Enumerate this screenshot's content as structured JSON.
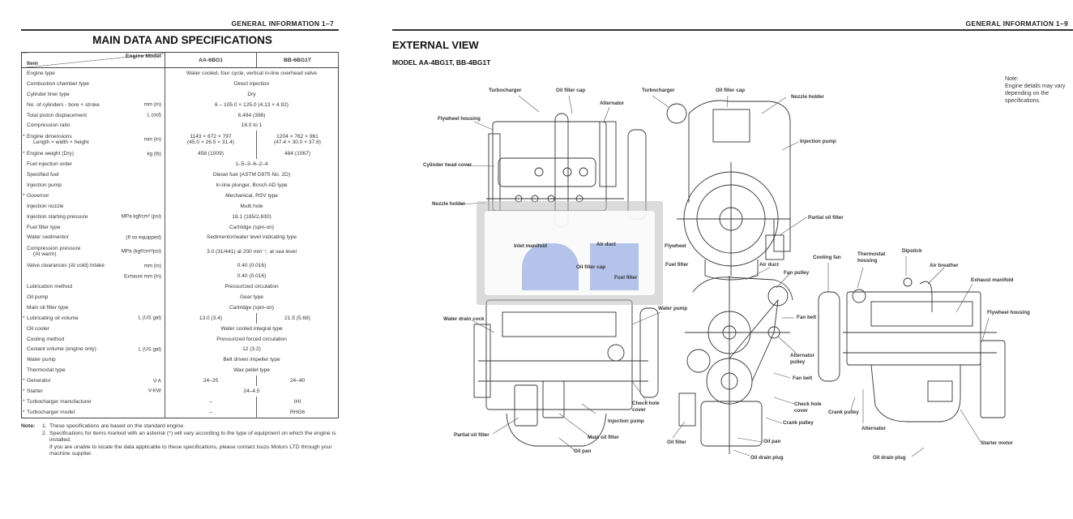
{
  "left_page": {
    "running_head": "GENERAL INFORMATION  1–7",
    "title": "MAIN DATA AND SPECIFICATIONS",
    "table": {
      "header": {
        "engine_model_label": "Engine Model",
        "item_label": "Item",
        "models": [
          "AA-6BG1",
          "BB-6BG1T"
        ]
      },
      "rows": [
        {
          "item": "Engine type",
          "unit": "",
          "star": false,
          "value": "Water cooled, four cycle, vertical in-line overhead valve"
        },
        {
          "item": "Combustion chamber type",
          "unit": "",
          "star": false,
          "value": "Direct injection"
        },
        {
          "item": "Cylinder liner type",
          "unit": "",
          "star": false,
          "value": "Dry"
        },
        {
          "item": "No. of cylinders - bore × stroke",
          "unit": "mm (in)",
          "star": false,
          "value": "6 – 105.0 × 125.0 (4.13 × 4.92)"
        },
        {
          "item": "Total piston displacement",
          "unit": "L (cid)",
          "star": false,
          "value": "6.494 (396)"
        },
        {
          "item": "Compression ratio",
          "unit": "",
          "star": false,
          "value": "18.0 to 1"
        },
        {
          "item": "Engine dimensions",
          "item2": "Length × width × height",
          "unit": "mm (in)",
          "star": true,
          "values": [
            "1143 × 672 × 797",
            "1204 × 762 × 961"
          ],
          "values2": [
            "(45.0 × 26.5 × 31.4)",
            "(47.4 × 30.0 × 37.8)"
          ]
        },
        {
          "item": "Engine weight (Dry)",
          "unit": "kg (lb)",
          "star": true,
          "values": [
            "458 (1009)",
            "484 (1067)"
          ]
        },
        {
          "item": "Fuel injection order",
          "unit": "",
          "star": false,
          "value": "1–5–3–6–2–4"
        },
        {
          "item": "Specified fuel",
          "unit": "",
          "star": false,
          "value": "Diesel fuel (ASTM D975 No. 2D)"
        },
        {
          "item": "Injection pump",
          "unit": "",
          "star": false,
          "value": "In-line plunger, Bosch AD type"
        },
        {
          "item": "Governor",
          "unit": "",
          "star": true,
          "value": "Mechanical, RSV type"
        },
        {
          "item": "Injection nozzle",
          "unit": "",
          "star": false,
          "value": "Multi hole"
        },
        {
          "item": "Injection starting pressure",
          "unit": "MPa kgf/cm² (psi)",
          "star": false,
          "value": "18.1 (185/2,630)"
        },
        {
          "item": "Fuel filter type",
          "unit": "",
          "star": false,
          "value": "Cartridge (spin-on)"
        },
        {
          "item": "Water sedimentor",
          "unit": "(If so equipped)",
          "star": false,
          "value": "Sedimentor/water level indicating type"
        },
        {
          "item": "Compression pressure",
          "item2": "(At warm)",
          "unit": "MPa (kgf/cm²/psi)",
          "star": false,
          "value": "3.0 (31/441) at 200 min⁻¹, at sea level"
        },
        {
          "item": "Valve clearances (At cold)  Intake",
          "unit": "mm (in)",
          "star": false,
          "value": "0.40 (0.016)"
        },
        {
          "item": "",
          "unit": "Exhaust mm (in)",
          "star": false,
          "value": "0.40 (0.016)"
        },
        {
          "item": "Lubrication method",
          "unit": "",
          "star": false,
          "value": "Pressurized circulation"
        },
        {
          "item": "Oil pump",
          "unit": "",
          "star": false,
          "value": "Gear type"
        },
        {
          "item": "Main oil filter type",
          "unit": "",
          "star": false,
          "value": "Cartridge (spin-on)"
        },
        {
          "item": "Lubricating oil volume",
          "unit": "L (US gal)",
          "star": true,
          "values": [
            "13.0 (3.4)",
            "21.5 (5.68)"
          ]
        },
        {
          "item": "Oil cooler",
          "unit": "",
          "star": false,
          "value": "Water cooled integral type"
        },
        {
          "item": "Cooling method",
          "unit": "",
          "star": false,
          "value": "Pressurized forced circulation"
        },
        {
          "item": "Coolant volume (engine only)",
          "unit": "L (US gal)",
          "star": false,
          "value": "12 (3.2)"
        },
        {
          "item": "Water pump",
          "unit": "",
          "star": false,
          "value": "Belt driven impeller type"
        },
        {
          "item": "Thermostat type",
          "unit": "",
          "star": false,
          "value": "Wax pellet type"
        },
        {
          "item": "Generator",
          "unit": "V-A",
          "star": true,
          "values": [
            "24–25",
            "24–40"
          ]
        },
        {
          "item": "Starter",
          "unit": "V-KW",
          "star": true,
          "value": "24–4.5"
        },
        {
          "item": "Turbocharger manufacturer",
          "unit": "",
          "star": true,
          "values": [
            "–",
            "IHI"
          ]
        },
        {
          "item": "Turbocharger model",
          "unit": "",
          "star": true,
          "values": [
            "–",
            "RHG6"
          ]
        }
      ]
    },
    "notes": {
      "label": "Note:",
      "items": [
        {
          "num": "1.",
          "text": "These specifications are based on the standard engine."
        },
        {
          "num": "2.",
          "text": "Specifications for items marked with an asterisk (*) will vary according to the type of equipment on which the engine is installed."
        },
        {
          "num": "",
          "text": "If you are unable to locate the data applicable to these specifications, please contact Isuzu Motors LTD through your machine supplier."
        }
      ]
    }
  },
  "right_page": {
    "running_head": "GENERAL INFORMATION  1–9",
    "title": "EXTERNAL VIEW",
    "subtitle": "MODEL AA-4BG1T, BB-4BG1T",
    "side_note": {
      "label": "Note:",
      "text": "Engine details may vary depending on the specifications."
    },
    "labels": {
      "turbocharger_1": "Turbocharger",
      "oil_filler_cap_1": "Oil filler cap",
      "alternator_1": "Alternator",
      "flywheel_housing_1": "Flywheel housing",
      "cylinder_head_cover": "Cylinder head cover",
      "nozzle_holder_1": "Nozzle holder",
      "inlet_manifold": "Inlet manifold",
      "air_duct_1": "Air duct",
      "oil_filler_cap_2": "Oil filler cap",
      "fuel_filter_1": "Fuel filter",
      "turbocharger_2": "Turbocharger",
      "oil_filler_cap_3": "Oil filler cap",
      "nozzle_holder_2": "Nozzle holder",
      "injection_pump_1": "Injection pump",
      "partial_oil_filter_1": "Partial oil filter",
      "flywheel": "Flywheel",
      "fuel_filter_2": "Fuel filter",
      "water_drain_cock": "Water drain cock",
      "water_pump": "Water pump",
      "check_hole_cover_1": "Check hole cover",
      "injection_pump_2": "Injection pump",
      "main_oil_filter": "Main oil filter",
      "partial_oil_filter_2": "Partial oil filter",
      "oil_pan_1": "Oil pan",
      "air_duct_2": "Air duct",
      "fan_pulley": "Fan pulley",
      "fan_belt_1": "Fan belt",
      "alternator_pulley": "Alternator pulley",
      "fan_belt_2": "Fan belt",
      "check_hole_cover_2": "Check hole cover",
      "crank_pulley_1": "Crank pulley",
      "oil_filter": "Oil filter",
      "oil_pan_2": "Oil pan",
      "oil_drain_plug_1": "Oil drain plug",
      "cooling_fan": "Cooling fan",
      "thermostat_housing": "Thermostat housing",
      "dipstick": "Dipstick",
      "air_breather": "Air breather",
      "exhaust_manifold": "Exhaust manifold",
      "flywheel_housing_2": "Flywheel housing",
      "crank_pulley_2": "Crank pulley",
      "alternator_2": "Alternator",
      "starter_motor": "Starter motor",
      "oil_drain_plug_2": "Oil drain plug"
    }
  }
}
